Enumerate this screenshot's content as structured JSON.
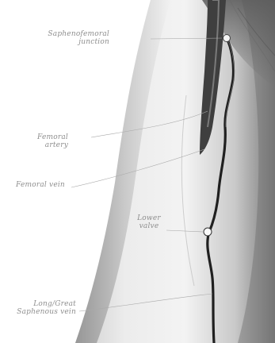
{
  "labels": {
    "saphenofemoral_junction": "Saphenofemoral\njunction",
    "femoral_artery": "Femoral\nartery",
    "femoral_vein": "Femoral vein",
    "lower_valve": "Lower\nvalve",
    "saphenous_vein": "Long/Great\nSaphenous vein"
  }
}
